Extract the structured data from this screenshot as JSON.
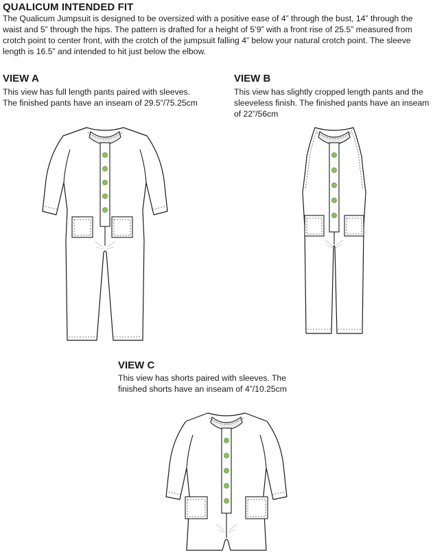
{
  "page": {
    "title": "QUALICUM INTENDED FIT",
    "intro": "The Qualicum Jumpsuit is designed to be oversized with a positive ease of 4” through the bust, 14” through the waist and 5” through the hips.  The pattern is drafted for a height of 5’9” with a front rise of 25.5” measured from crotch point to center front, with the crotch of the jumpsuit falling 4” below your natural crotch point.  The sleeve length is 16.5” and intended to hit just below the elbow."
  },
  "views": {
    "a": {
      "heading": "VIEW A",
      "description": "This view has full length pants paired with sleeves.  The finished pants have an inseam of 29.5”/75.25cm"
    },
    "b": {
      "heading": "VIEW B",
      "description": "This view has slightly cropped length pants and the sleeveless finish.  The finished pants have an inseam of 22”/56cm"
    },
    "c": {
      "heading": "VIEW C",
      "description": "This view has shorts paired with sleeves.  The finished shorts have an inseam of 4”/10.25cm"
    }
  },
  "colors": {
    "button": "#8dbf5e",
    "button_stroke": "#5f8f3a"
  },
  "icons": {
    "view_a": "jumpsuit-long-sleeve-full-pants-illustration",
    "view_b": "jumpsuit-sleeveless-cropped-pants-illustration",
    "view_c": "romper-sleeve-shorts-illustration"
  }
}
